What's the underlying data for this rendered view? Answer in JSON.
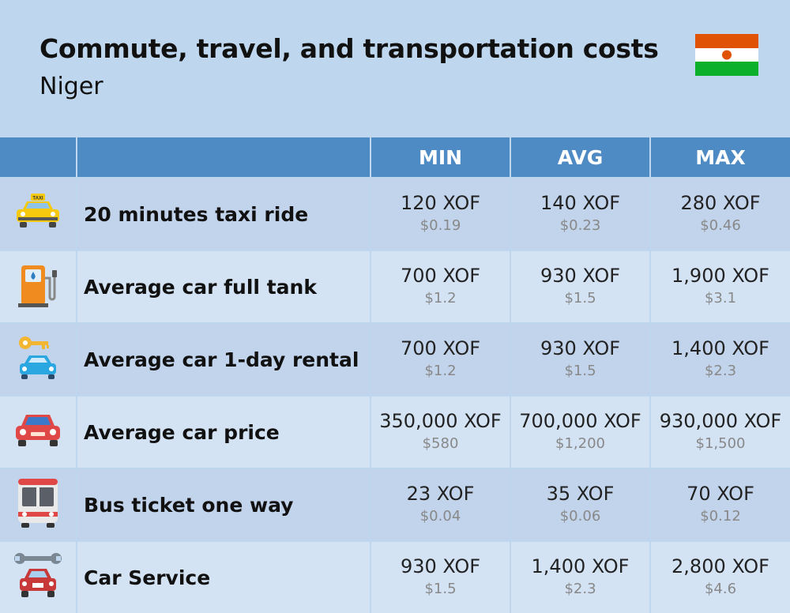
{
  "header": {
    "title": "Commute, travel, and transportation costs",
    "subtitle": "Niger",
    "flag": {
      "top": "#e05206",
      "middle": "#ffffff",
      "bottom": "#0db02b",
      "circle": "#e05206"
    }
  },
  "colors": {
    "header_bg": "#4e8ac4",
    "row_odd": "#c2d4eb",
    "row_even": "#d3e3f4",
    "divider": "#ffffff"
  },
  "columns": [
    "MIN",
    "AVG",
    "MAX"
  ],
  "rows": [
    {
      "icon": "taxi-icon",
      "label": "20 minutes taxi ride",
      "min": {
        "main": "120 XOF",
        "sub": "$0.19"
      },
      "avg": {
        "main": "140 XOF",
        "sub": "$0.23"
      },
      "max": {
        "main": "280 XOF",
        "sub": "$0.46"
      }
    },
    {
      "icon": "fuel-pump-icon",
      "label": "Average car full tank",
      "min": {
        "main": "700 XOF",
        "sub": "$1.2"
      },
      "avg": {
        "main": "930 XOF",
        "sub": "$1.5"
      },
      "max": {
        "main": "1,900 XOF",
        "sub": "$3.1"
      }
    },
    {
      "icon": "car-key-icon",
      "label": "Average car 1-day rental",
      "min": {
        "main": "700 XOF",
        "sub": "$1.2"
      },
      "avg": {
        "main": "930 XOF",
        "sub": "$1.5"
      },
      "max": {
        "main": "1,400 XOF",
        "sub": "$2.3"
      }
    },
    {
      "icon": "red-car-icon",
      "label": "Average car price",
      "min": {
        "main": "350,000 XOF",
        "sub": "$580"
      },
      "avg": {
        "main": "700,000 XOF",
        "sub": "$1,200"
      },
      "max": {
        "main": "930,000 XOF",
        "sub": "$1,500"
      }
    },
    {
      "icon": "bus-icon",
      "label": "Bus ticket one way",
      "min": {
        "main": "23 XOF",
        "sub": "$0.04"
      },
      "avg": {
        "main": "35 XOF",
        "sub": "$0.06"
      },
      "max": {
        "main": "70 XOF",
        "sub": "$0.12"
      }
    },
    {
      "icon": "wrench-car-icon",
      "label": "Car Service",
      "min": {
        "main": "930 XOF",
        "sub": "$1.5"
      },
      "avg": {
        "main": "1,400 XOF",
        "sub": "$2.3"
      },
      "max": {
        "main": "2,800 XOF",
        "sub": "$4.6"
      }
    }
  ]
}
